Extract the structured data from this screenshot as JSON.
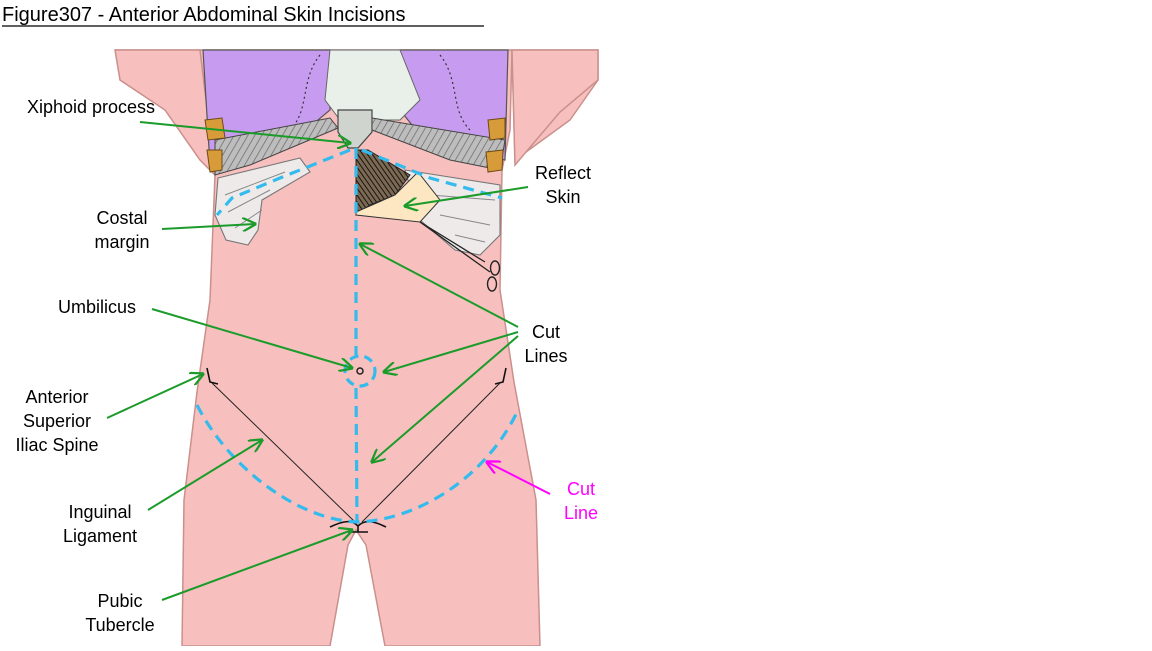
{
  "title": "Figure307 - Anterior Abdominal Skin Incisions",
  "colors": {
    "skin": "#f7c0be",
    "skin_outline": "#c9908c",
    "organ_purple": "#c79cf0",
    "rib_gray": "#9c9c9c",
    "reflected_skin": "#fde7c2",
    "cut_line": "#33bbee",
    "pointer_green": "#1b9b2a",
    "pointer_magenta": "#ff00ff",
    "text": "#000000"
  },
  "labels": {
    "xiphoid": "Xiphoid process",
    "costal_1": "Costal",
    "costal_2": "margin",
    "umbilicus": "Umbilicus",
    "asis_1": "Anterior",
    "asis_2": "Superior",
    "asis_3": "Iliac Spine",
    "inguinal_1": "Inguinal",
    "inguinal_2": "Ligament",
    "pubic_1": "Pubic",
    "pubic_2": "Tubercle",
    "reflect_1": "Reflect",
    "reflect_2": "Skin",
    "cut_lines_1": "Cut",
    "cut_lines_2": "Lines",
    "cut_line_1": "Cut",
    "cut_line_2": "Line"
  }
}
